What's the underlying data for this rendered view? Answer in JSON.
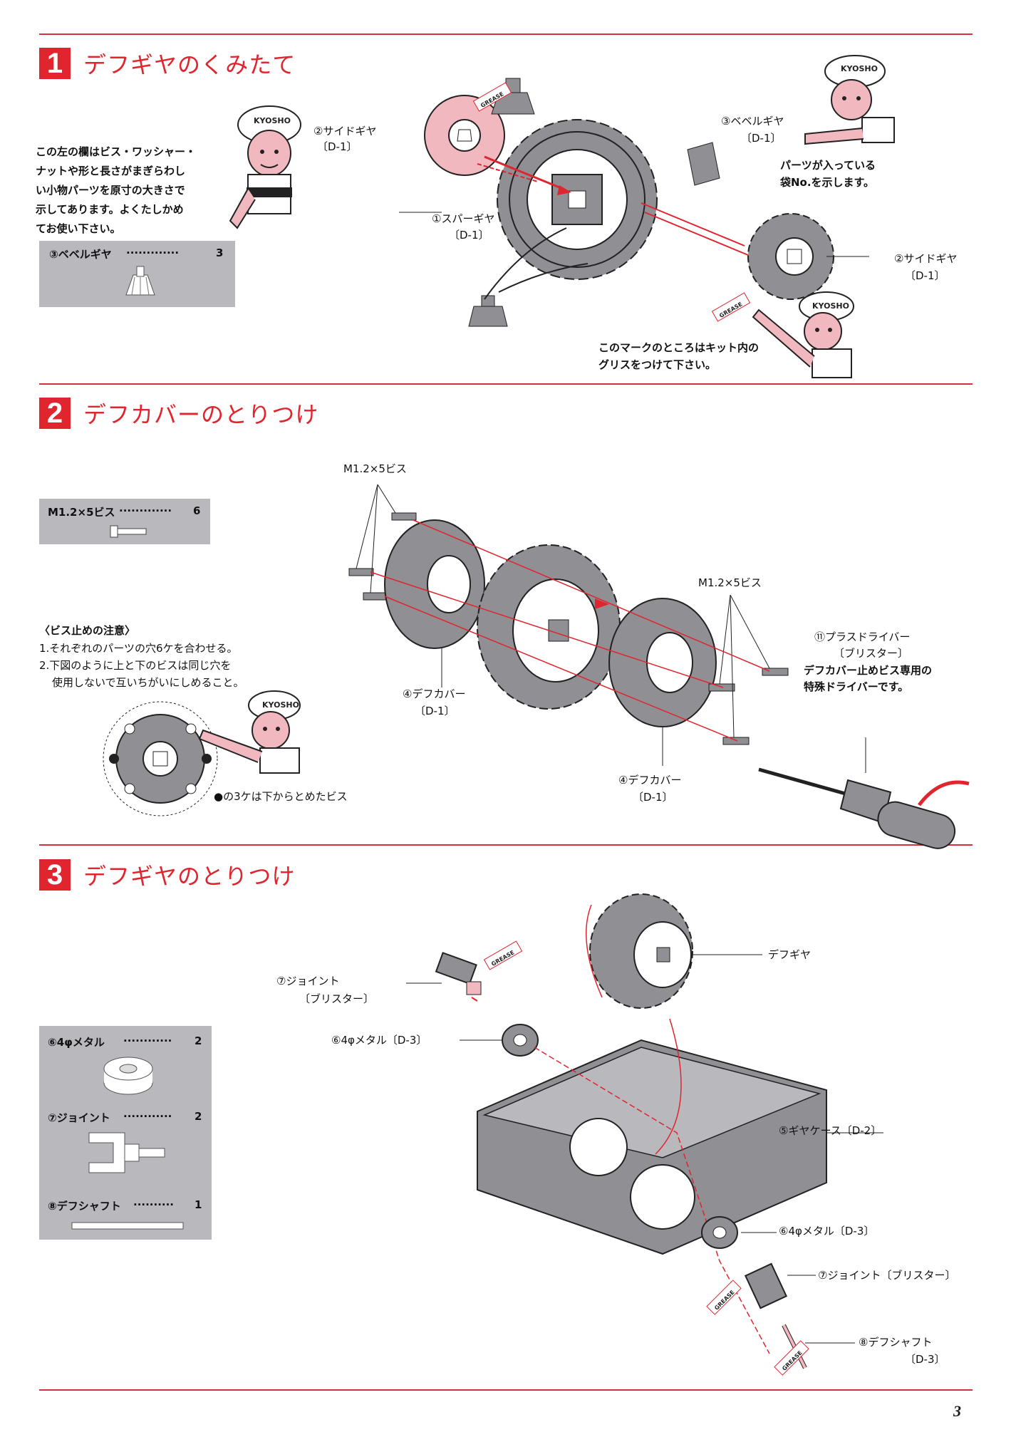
{
  "sections": [
    {
      "num": "1",
      "title": "デフギヤのくみたて"
    },
    {
      "num": "2",
      "title": "デフカバーのとりつけ"
    },
    {
      "num": "3",
      "title": "デフギヤのとりつけ"
    }
  ],
  "s1": {
    "intro": [
      "この左の欄はビス・ワッシャー・",
      "ナットや形と長さがまぎらわし",
      "い小物パーツを原寸の大きさで",
      "示してあります。よくたしかめ",
      "てお使い下さい。"
    ],
    "parts_box": {
      "name": "③ベベルギヤ",
      "dots": "·············",
      "qty": "3"
    },
    "lbl_side_gear_1": "②サイドギヤ",
    "lbl_side_gear_1_bag": "〔D-1〕",
    "lbl_bevel": "③ベベルギヤ",
    "lbl_bevel_bag": "〔D-1〕",
    "lbl_spur": "①スパーギヤ",
    "lbl_spur_bag": "〔D-1〕",
    "lbl_side_gear_2": "②サイドギヤ",
    "lbl_side_gear_2_bag": "〔D-1〕",
    "bag_note": [
      "パーツが入っている",
      "袋No.を示します。"
    ],
    "grease_note": [
      "このマークのところはキット内の",
      "グリスをつけて下さい。"
    ],
    "grease_tag": "GREASE",
    "cap_text": "KYOSHO"
  },
  "s2": {
    "parts_box": {
      "name": "M1.2×5ビス",
      "dots": "·············",
      "qty": "6"
    },
    "caution_title": "〈ビス止めの注意〉",
    "caution_1": "1.それぞれのパーツの穴6ケを合わせる。",
    "caution_2a": "2.下図のように上と下のビスは同じ穴を",
    "caution_2b": "使用しないで互いちがいにしめること。",
    "screw_note": "●の3ケは下からとめたビス",
    "lbl_screw_top": "M1.2×5ビス",
    "lbl_screw_right": "M1.2×5ビス",
    "lbl_cover_1": "④デフカバー",
    "lbl_cover_1_bag": "〔D-1〕",
    "lbl_cover_2": "④デフカバー",
    "lbl_cover_2_bag": "〔D-1〕",
    "lbl_driver": "⑪プラスドライバー",
    "lbl_driver_bag": "〔ブリスター〕",
    "driver_note": [
      "デフカバー止めビス専用の",
      "特殊ドライバーです。"
    ]
  },
  "s3": {
    "parts": [
      {
        "name": "⑥4φメタル",
        "dots": "············",
        "qty": "2"
      },
      {
        "name": "⑦ジョイント",
        "dots": "············",
        "qty": "2"
      },
      {
        "name": "⑧デフシャフト",
        "dots": "··········",
        "qty": "1"
      }
    ],
    "lbl_joint_1": "⑦ジョイント",
    "lbl_joint_1_bag": "〔ブリスター〕",
    "lbl_metal_1": "⑥4φメタル〔D-3〕",
    "lbl_diff_gear": "デフギヤ",
    "lbl_gear_case": "⑤ギヤケース〔D-2〕",
    "lbl_metal_2": "⑥4φメタル〔D-3〕",
    "lbl_joint_2": "⑦ジョイント〔ブリスター〕",
    "lbl_shaft": "⑧デフシャフト",
    "lbl_shaft_bag": "〔D-3〕"
  },
  "page_number": "3",
  "colors": {
    "accent": "#e0252f",
    "parts_box": "#b9b9bd",
    "part_fill": "#8f8f94",
    "grease_pink": "#f2b8c0"
  }
}
